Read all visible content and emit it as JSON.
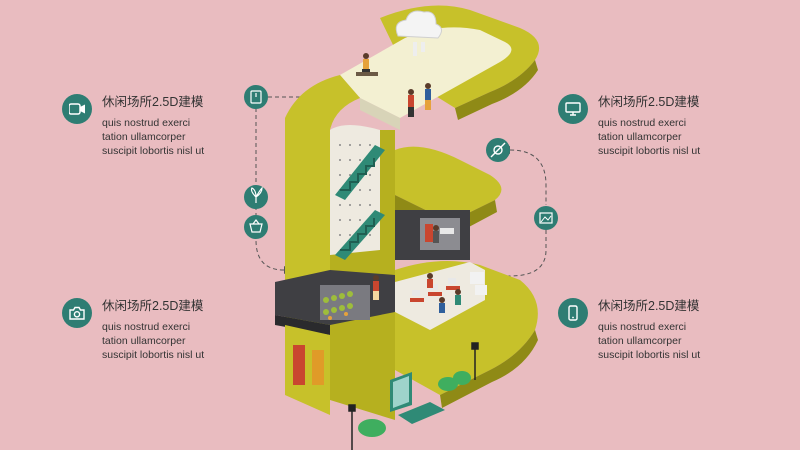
{
  "features": [
    {
      "id": "tl",
      "icon": "video-camera-icon",
      "title": "休闲场所2.5D建模",
      "lines": [
        "quis nostrud exerci",
        "tation ullamcorper",
        "suscipit lobortis nisl ut"
      ]
    },
    {
      "id": "bl",
      "icon": "camera-icon",
      "title": "休闲场所2.5D建模",
      "lines": [
        "quis nostrud exerci",
        "tation ullamcorper",
        "suscipit lobortis nisl ut"
      ]
    },
    {
      "id": "tr",
      "icon": "monitor-icon",
      "title": "休闲场所2.5D建模",
      "lines": [
        "quis nostrud exerci",
        "tation ullamcorper",
        "suscipit lobortis nisl ut"
      ]
    },
    {
      "id": "br",
      "icon": "mobile-phone-icon",
      "title": "休闲场所2.5D建模",
      "lines": [
        "quis nostrud exerci",
        "tation ullamcorper",
        "suscipit lobortis nisl ut"
      ]
    }
  ],
  "colors": {
    "background": "#e9bcc0",
    "accent": "#2e7d73",
    "letter": "#c7c12a",
    "letter_dark": "#8f8a16",
    "dark": "#3f3f43",
    "stairs": "#2f8a76"
  }
}
